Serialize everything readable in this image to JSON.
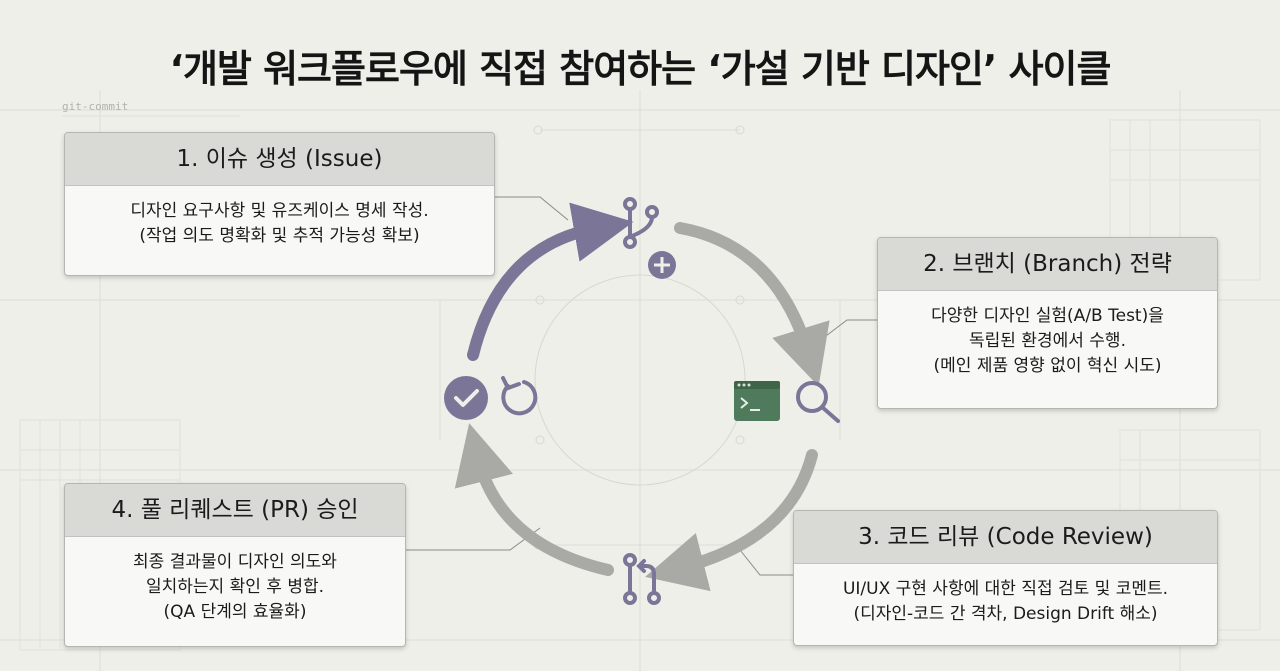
{
  "title": "‘개발 워크플로우에 직접 참여하는 ‘가설 기반 디자인’ 사이클",
  "background_text": "git-commit",
  "steps": [
    {
      "heading": "1. 이슈 생성 (Issue)",
      "lines": [
        "디자인 요구사항 및 유즈케이스 명세 작성.",
        "(작업 의도 명확화 및 추적 가능성 확보)"
      ]
    },
    {
      "heading": "2. 브랜치 (Branch) 전략",
      "lines": [
        "다양한 디자인 실험(A/B Test)을",
        "독립된 환경에서 수행.",
        "(메인 제품 영향 없이 혁신 시도)"
      ]
    },
    {
      "heading": "3. 코드 리뷰 (Code Review)",
      "lines": [
        "UI/UX 구현 사항에 대한 직접 검토 및 코멘트.",
        "(디자인-코드 간 격차, Design Drift 해소)"
      ]
    },
    {
      "heading": "4. 풀 리퀘스트 (PR) 승인",
      "lines": [
        "최종 결과물이 디자인 의도와",
        "일치하는지 확인 후 병합.",
        "(QA 단계의 효율화)"
      ]
    }
  ],
  "icons": {
    "branch": "git-branch-icon",
    "add": "plus-circle-icon",
    "terminal": "terminal-icon",
    "search": "magnifier-icon",
    "pull_request": "pull-request-icon",
    "approve": "check-circle-icon",
    "refresh": "refresh-icon"
  },
  "colors": {
    "purple": "#7b7597",
    "grey_arrow": "#a9a9a6",
    "terminal_green": "#4f7a5c",
    "card_header": "#d9d9d6",
    "background": "#efefe9"
  }
}
